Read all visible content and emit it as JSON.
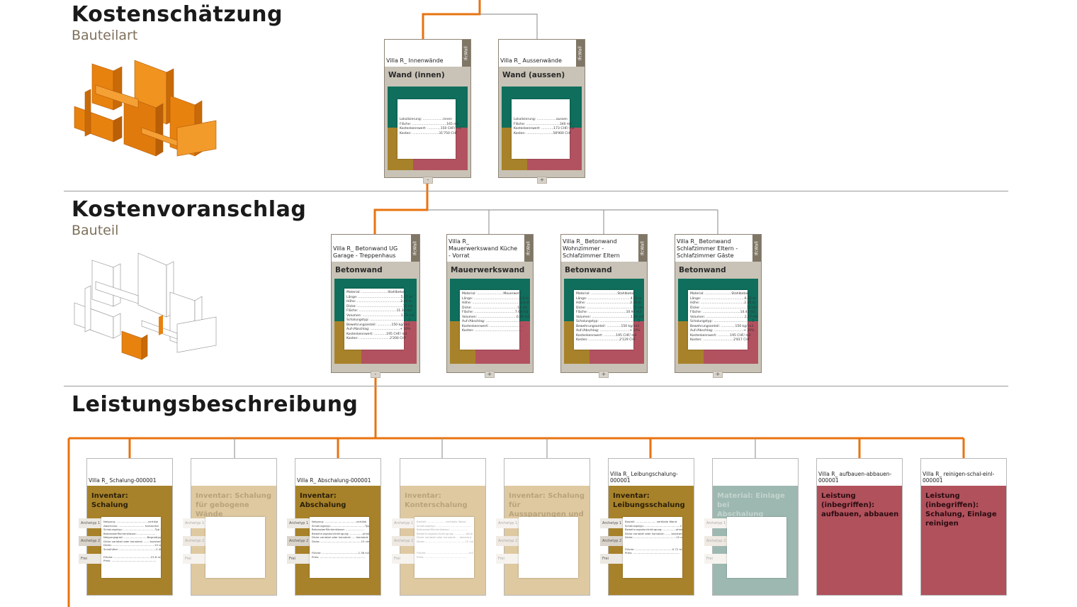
{
  "sections": [
    {
      "title": "Kostenschätzung",
      "subtitle": "Bauteilart"
    },
    {
      "title": "Kostenvoranschlag",
      "subtitle": "Bauteil"
    },
    {
      "title": "Leistungsbeschreibung",
      "subtitle": ""
    }
  ],
  "tag": "IfcWall",
  "colors": {
    "orange": "#e8730f",
    "gray_line": "#9b9b9b",
    "green": "#0f6e5c",
    "gold": "#a8822a",
    "red": "#b25260",
    "card_bg": "#c8c3b6"
  },
  "estimate_cards": [
    {
      "header": "Villa R_ Innenwände",
      "name": "Wand (innen)",
      "toggle": "-",
      "sheet": "Lokalisierung: ....................innen\nFläche: ..................................165 m2\nKostenkennwert: .............150 CHF/ m2\nKosten: ..........................31'750 CHF"
    },
    {
      "header": "Villa R_ Aussenwände",
      "name": "Wand (aussen)",
      "toggle": "+",
      "sheet": "Lokalisierung: ...................aussen\nFläche: .................................340 m2\nKostenkennwert: ............173 CHF/ m2\nKosten: ..........................58'900 CHF"
    }
  ],
  "quote_cards": [
    {
      "header": "Villa R_ Betonwand UG\nGarage - Treppenhaus",
      "name": "Betonwand",
      "toggle": "-",
      "sheet": "Material: ..........................Stahlbeton\nLänge: ..........................................5.57 m\nHöhe: ...........................................2.40 m\nDicke: .............................................15 cm\nFläche: .....................................11.30 m2\nVolumen: ......................................1.70 m3\nSchalungstyp: ......................................2\nBewehrungsanteil: ..............150 kg/ m3\nAuf-/Abschlag: .............................+ 20%\nKostenkennwert: ............195 CHF/ m2\nKosten: ..............................2'200 CHF"
    },
    {
      "header": "Villa R_ Mauerwerkswand\nKüche - Vorrat",
      "name": "Mauerwerkswand",
      "toggle": "+",
      "sheet": "Material: ..........................Mauerwerk\nLänge: .............................................3.2 m\nHöhe: ...............................................2.4 m\nDicke: ............................................12 cm\nFläche: ........................................7.68 m2\nVolumen: ......................................0.92 m3\nAuf-/Abschlag: ...................................-\nKostenkennwert: ..................................\nKosten: ..............................................."
    },
    {
      "header": "Villa R_ Betonwand\nWohnzimmer -\nSchlafzimmer Eltern",
      "name": "Betonwand",
      "toggle": "+",
      "sheet": "Material: ..........................Stahlbeton\nLänge: ..........................................4.55 m\nHöhe: ...........................................2.40 m\nDicke: .............................................15 cm\nFläche: .....................................10.92 m2\nVolumen: ......................................1.64 m3\nSchalungstyp: ......................................2\nBewehrungsanteil: ..............150 kg/ m3\nAuf-/Abschlag: .............................+ 20%\nKostenkennwert: ............195 CHF/ m2\nKosten: ..............................2'129 CHF"
    },
    {
      "header": "Villa R_ Betonwand\nSchlafzimmer Eltern -\nSchlafzimmer Gäste",
      "name": "Betonwand",
      "toggle": "+",
      "sheet": "Material: ..........................Stahlbeton\nLänge: ..........................................6.02 m\nHöhe: ...........................................2.40 m\nDicke: .............................................15 cm\nFläche: .....................................14.45 m2\nVolumen: ......................................2.17 m3\nSchalungstyp: ......................................2\nBewehrungsanteil: ..............150 kg/ m3\nAuf-/Abschlag: .............................+ 20%\nKostenkennwert: ............195 CHF/ m2\nKosten: ..............................2'817 CHF"
    }
  ],
  "spec_cards": [
    {
      "header": "Villa R_ Schalung-000001",
      "title": "Inventar:\nSchalung",
      "bg": "#a8822a",
      "fg": "#2a1f08",
      "archetypes": [
        "Archetyp 1",
        "Archetyp 2",
        "Frei"
      ],
      "sheet": "Neigung: .....................................vertikal\nAbschluss: .............................. horizontal\nSchalungstyp: .....................................Typ 2\nBetonoberflächenklasse: ......................\nNeigungsgrad: ...........................Begradigung\nDicke variabel oder konstant: ...... konstant\nDicke: .................................................15 cm\nSchalhöhe: ...........................................2.40 m\n\nFläche: ...........................................22.6 m2\nPreis: ...................................................."
    },
    {
      "header": "",
      "title": "Inventar: Schalung\nfür gebogene Wände",
      "bg": "#dfc9a1",
      "fg": "#b8a37c",
      "archetypes": [
        "Archetyp 1",
        "Archetyp 2",
        "Frei"
      ],
      "sheet": ""
    },
    {
      "header": "Villa R_ Abschalung-000001",
      "title": "Inventar:\nAbschalung",
      "bg": "#a8822a",
      "fg": "#2a1f08",
      "archetypes": [
        "Archetyp 1",
        "Archetyp 2",
        "Frei"
      ],
      "sheet": "Neigung: .....................................vertikal\nSchalungstyp: .......................................Typ 2\nBetonoberflächenklasse: ......................\nBewehrungsdurchdringung: ...............ohne\nDicke variabel oder konstant: .... konstant\nDicke: ...............................................15 cm\n\n\nFläche: ..........................................1.38 m2\nPreis: ....................................................."
    },
    {
      "header": "",
      "title": "Inventar:\nKonterschalung",
      "bg": "#dfc9a1",
      "fg": "#b8a37c",
      "archetypes": [
        "Archetyp 1",
        "Archetyp 2",
        "Frei"
      ],
      "sheet": "Bauteil: .................... vertikale Wand\nSchalungstyp: ..........................................\nBetonoberflächenklasse: ....................\nBewehrungsdurchdringung: .............ohne\nDicke variabel oder konstant: .. konstant\nDicke: ..............................................15 cm\n\n\nFläche: .................................................m2\nPreis: ................................................."
    },
    {
      "header": "",
      "title": "Inventar: Schalung für\nAussparungen und\nSchlitze",
      "bg": "#dfc9a1",
      "fg": "#b8a37c",
      "archetypes": [
        "Archetyp 1",
        "Archetyp 2",
        "Frei"
      ],
      "sheet": ""
    },
    {
      "header": "Villa R_ Leibungschalung- 000001",
      "title": "Inventar:\nLeibungsschalung",
      "bg": "#a8822a",
      "fg": "#2a1f08",
      "archetypes": [
        "Archetyp 1",
        "Archetyp 2",
        "Frei"
      ],
      "sheet": "Bauteil: ....................... vertikale Wand\nSchalungstyp: .........................................2\nBewehrungsdurchdringung: ...............ohne\nDicke variabel oder konstant: ...... konstant\nDicke: .................................................15 cm\n\n\nFläche: ...........................................0.72 m2\nPreis: ......................................................"
    },
    {
      "header": "",
      "title": "Material: Einlage bei\nAbschalung",
      "bg": "#9db8b0",
      "fg": "#c3d3ce",
      "archetypes": [
        "Archetyp 1",
        "Archetyp 2",
        "Frei"
      ],
      "sheet": ""
    },
    {
      "header": "Villa R_ aufbauen-abbauen-000001",
      "title": "Leistung\n(inbegriffen):\naufbauen, abbauen",
      "bg": "#b0515c",
      "fg": "#2a0c10",
      "archetypes": [],
      "sheet": ""
    },
    {
      "header": "Villa R_ reinigen-schal-einl-000001",
      "title": "Leistung\n(inbegriffen):\nSchalung, Einlage\nreinigen",
      "bg": "#b0515c",
      "fg": "#2a0c10",
      "archetypes": [],
      "sheet": ""
    }
  ]
}
